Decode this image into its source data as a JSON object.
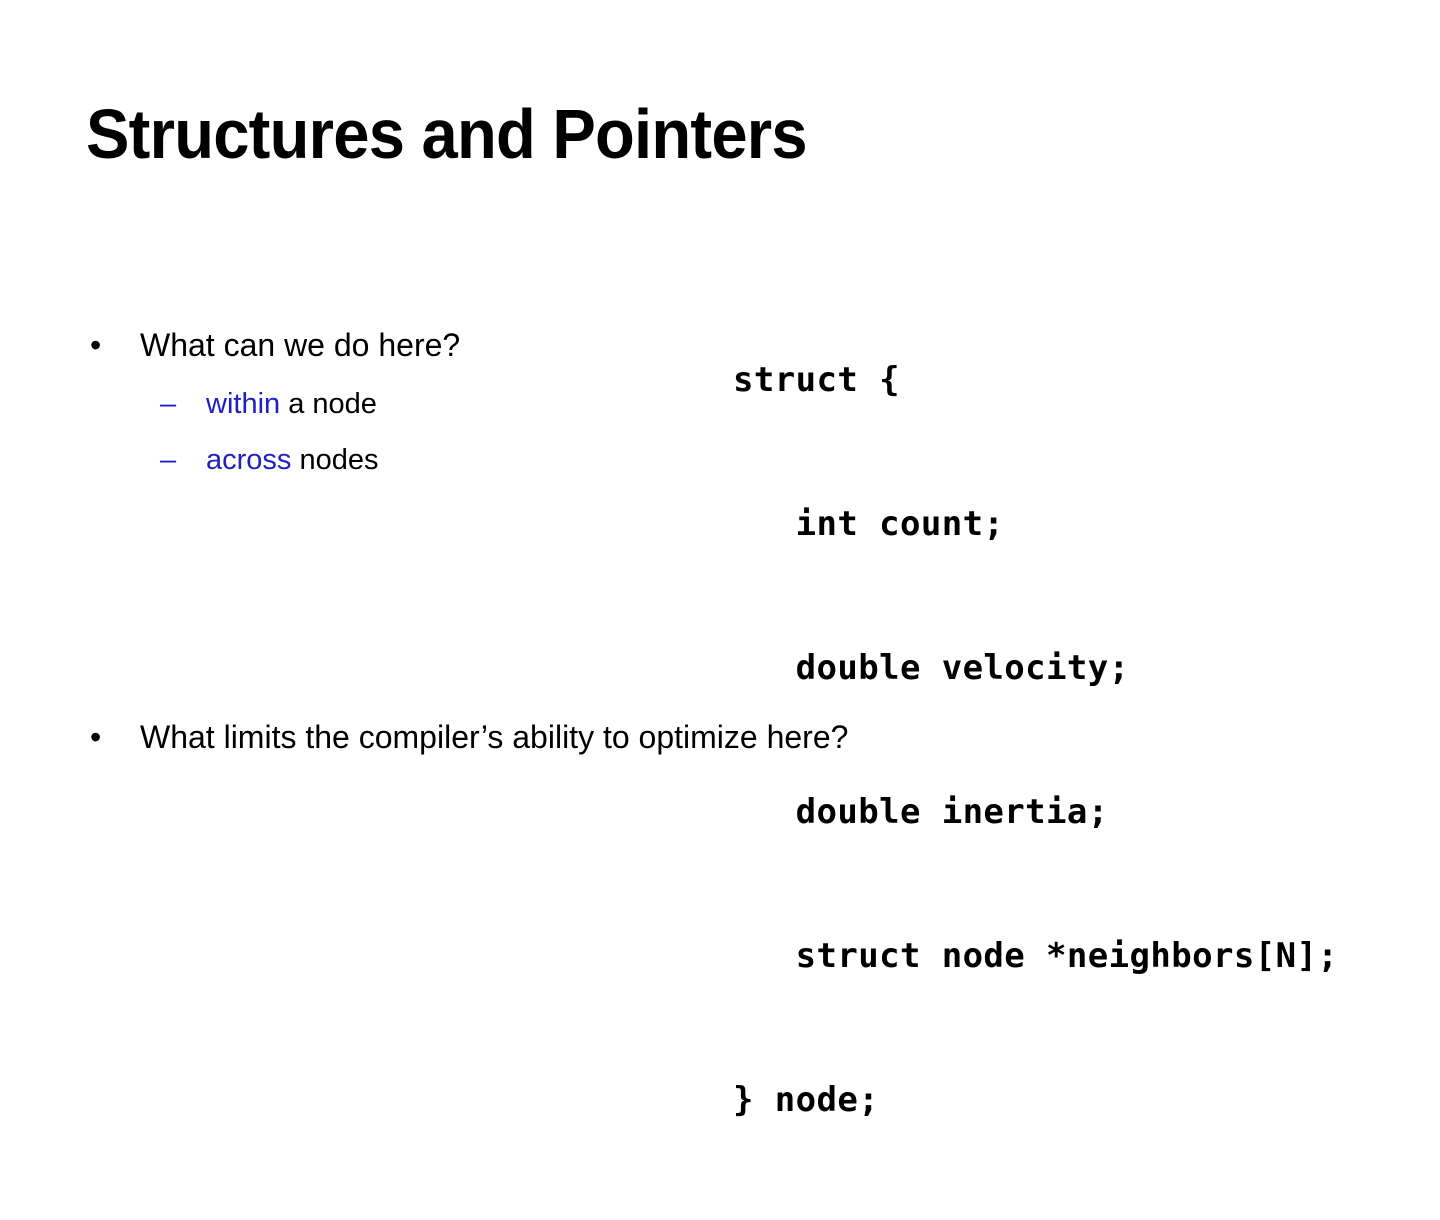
{
  "slide": {
    "title": "Structures and Pointers",
    "background_color": "#ffffff",
    "text_color": "#000000",
    "accent_color": "#1f1fc2"
  },
  "bullets": {
    "bullet_marker": "•",
    "sub_marker": "–",
    "first": {
      "text": "What can we do here?",
      "sub_items": [
        {
          "highlight": "within",
          "rest": " a node"
        },
        {
          "highlight": "across",
          "rest": " nodes"
        }
      ]
    },
    "second": {
      "text": "What limits the compiler’s ability to optimize here?"
    }
  },
  "code": {
    "language": "c",
    "lines": [
      "struct {",
      "   int count;",
      "   double velocity;",
      "   double inertia;",
      "   struct node *neighbors[N];",
      "} node;"
    ]
  }
}
